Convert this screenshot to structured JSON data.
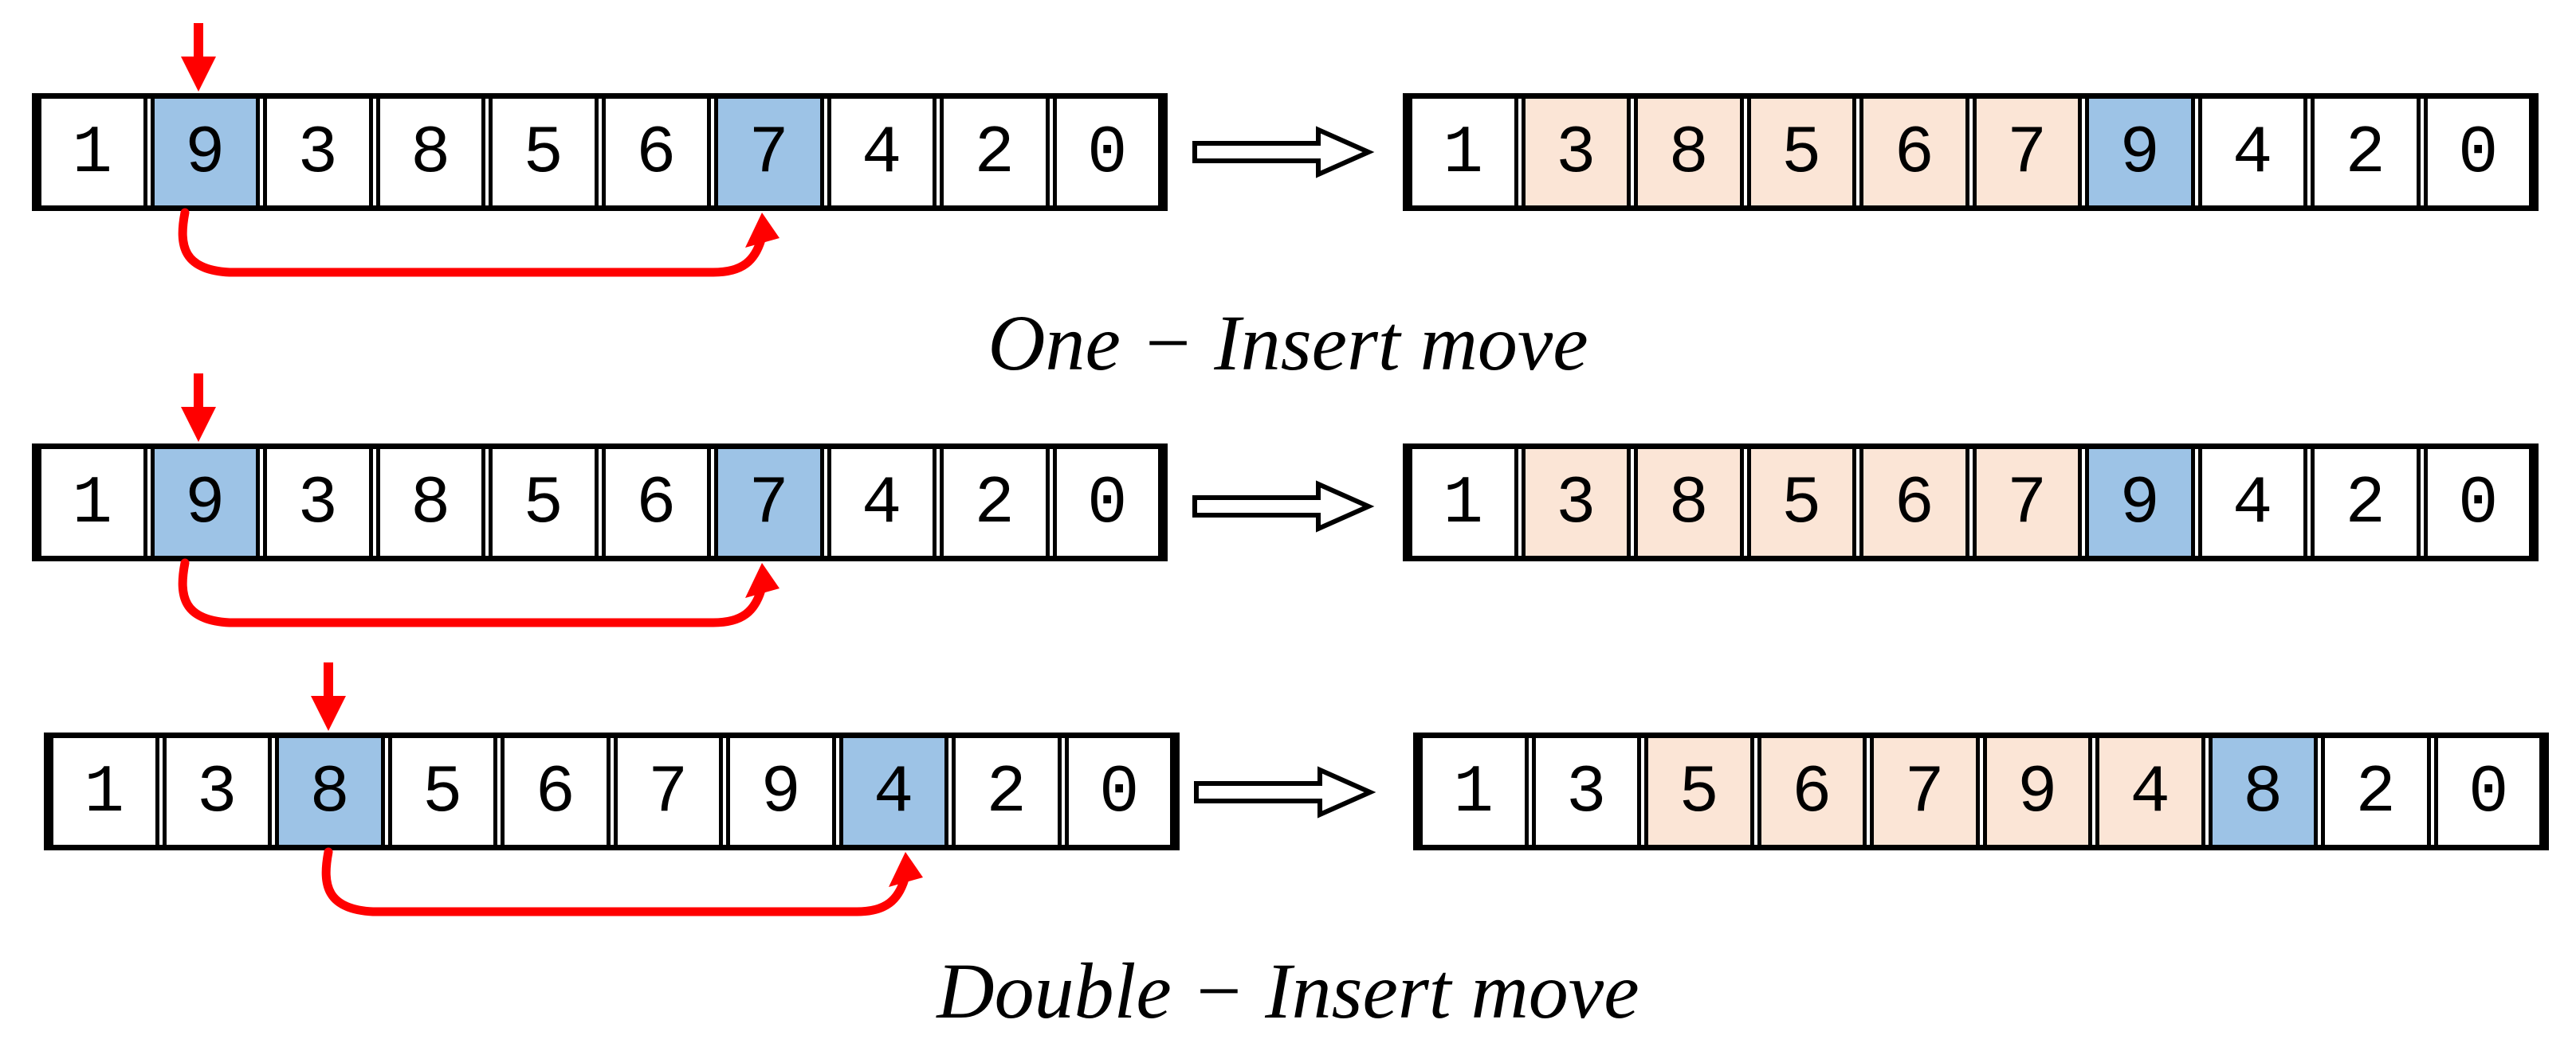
{
  "labels": {
    "one_insert": "One − Insert move",
    "double_insert": "Double − Insert move"
  },
  "colors": {
    "highlight_blue": "#9DC3E6",
    "highlight_peach": "#FBE5D6",
    "arrow_red": "#FF0000",
    "border_black": "#000000",
    "background": "#FFFFFF"
  },
  "rows": [
    {
      "id": "one-insert-example-1",
      "left": {
        "cells": [
          {
            "v": "1",
            "h": "none"
          },
          {
            "v": "9",
            "h": "blue"
          },
          {
            "v": "3",
            "h": "none"
          },
          {
            "v": "8",
            "h": "none"
          },
          {
            "v": "5",
            "h": "none"
          },
          {
            "v": "6",
            "h": "none"
          },
          {
            "v": "7",
            "h": "blue"
          },
          {
            "v": "4",
            "h": "none"
          },
          {
            "v": "2",
            "h": "none"
          },
          {
            "v": "0",
            "h": "none"
          }
        ]
      },
      "right": {
        "cells": [
          {
            "v": "1",
            "h": "none"
          },
          {
            "v": "3",
            "h": "peach"
          },
          {
            "v": "8",
            "h": "peach"
          },
          {
            "v": "5",
            "h": "peach"
          },
          {
            "v": "6",
            "h": "peach"
          },
          {
            "v": "7",
            "h": "peach"
          },
          {
            "v": "9",
            "h": "blue"
          },
          {
            "v": "4",
            "h": "none"
          },
          {
            "v": "2",
            "h": "none"
          },
          {
            "v": "0",
            "h": "none"
          }
        ]
      }
    },
    {
      "id": "one-insert-example-2",
      "left": {
        "cells": [
          {
            "v": "1",
            "h": "none"
          },
          {
            "v": "9",
            "h": "blue"
          },
          {
            "v": "3",
            "h": "none"
          },
          {
            "v": "8",
            "h": "none"
          },
          {
            "v": "5",
            "h": "none"
          },
          {
            "v": "6",
            "h": "none"
          },
          {
            "v": "7",
            "h": "blue"
          },
          {
            "v": "4",
            "h": "none"
          },
          {
            "v": "2",
            "h": "none"
          },
          {
            "v": "0",
            "h": "none"
          }
        ]
      },
      "right": {
        "cells": [
          {
            "v": "1",
            "h": "none"
          },
          {
            "v": "3",
            "h": "peach"
          },
          {
            "v": "8",
            "h": "peach"
          },
          {
            "v": "5",
            "h": "peach"
          },
          {
            "v": "6",
            "h": "peach"
          },
          {
            "v": "7",
            "h": "peach"
          },
          {
            "v": "9",
            "h": "blue"
          },
          {
            "v": "4",
            "h": "none"
          },
          {
            "v": "2",
            "h": "none"
          },
          {
            "v": "0",
            "h": "none"
          }
        ]
      }
    },
    {
      "id": "double-insert-example",
      "left": {
        "cells": [
          {
            "v": "1",
            "h": "none"
          },
          {
            "v": "3",
            "h": "none"
          },
          {
            "v": "8",
            "h": "blue"
          },
          {
            "v": "5",
            "h": "none"
          },
          {
            "v": "6",
            "h": "none"
          },
          {
            "v": "7",
            "h": "none"
          },
          {
            "v": "9",
            "h": "none"
          },
          {
            "v": "4",
            "h": "blue"
          },
          {
            "v": "2",
            "h": "none"
          },
          {
            "v": "0",
            "h": "none"
          }
        ]
      },
      "right": {
        "cells": [
          {
            "v": "1",
            "h": "none"
          },
          {
            "v": "3",
            "h": "none"
          },
          {
            "v": "5",
            "h": "peach"
          },
          {
            "v": "6",
            "h": "peach"
          },
          {
            "v": "7",
            "h": "peach"
          },
          {
            "v": "9",
            "h": "peach"
          },
          {
            "v": "4",
            "h": "peach"
          },
          {
            "v": "8",
            "h": "blue"
          },
          {
            "v": "2",
            "h": "none"
          },
          {
            "v": "0",
            "h": "none"
          }
        ]
      }
    }
  ]
}
